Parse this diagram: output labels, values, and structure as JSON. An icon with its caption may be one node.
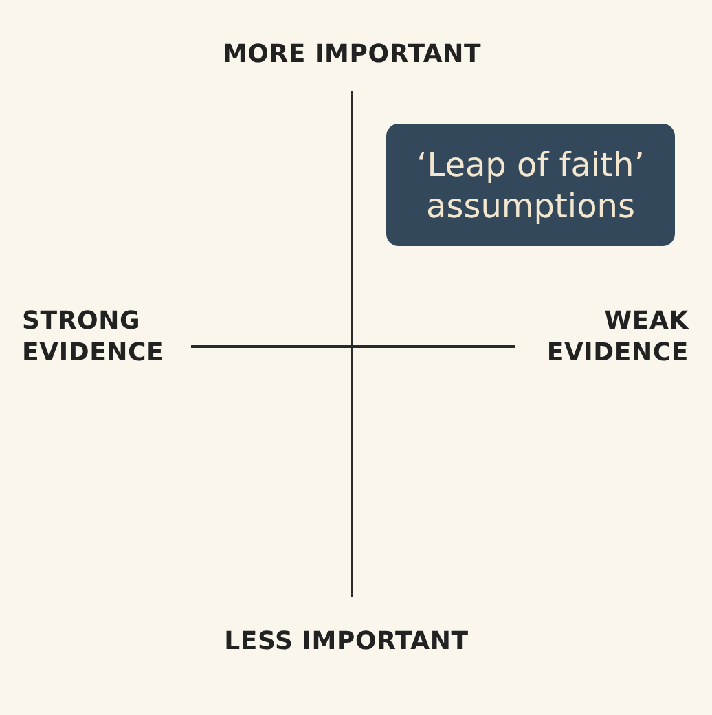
{
  "diagram": {
    "nodes": [
      {
        "text": [
          "‘Leap of faith’ assumptions"
        ]
      }
    ],
    "labels": [
      "MORE IMPORTANT",
      "STRONG EVIDENCE",
      "WEAK EVIDENCE",
      "LESS IMPORTANT"
    ]
  }
}
